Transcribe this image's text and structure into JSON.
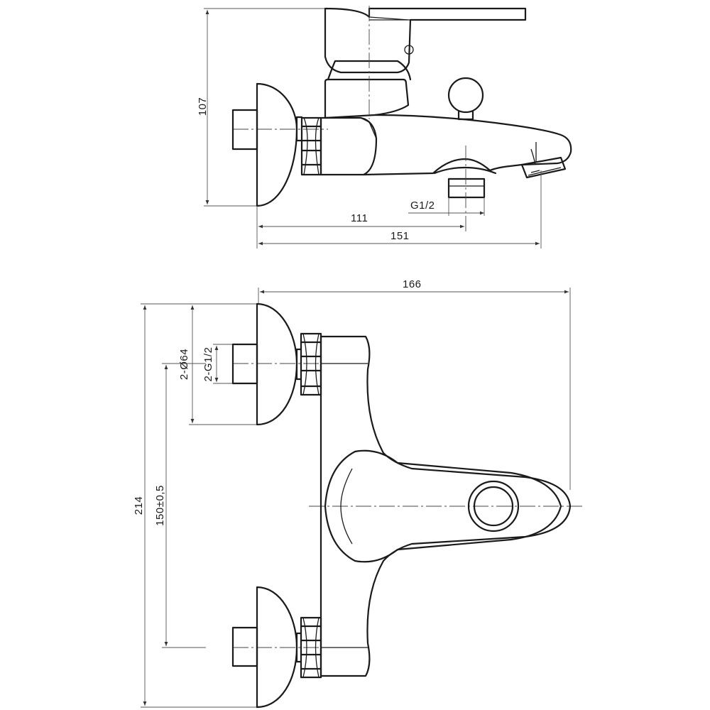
{
  "dimensions": {
    "height_side": "107",
    "outlet_thread": "G1/2",
    "outlet_distance": "111",
    "spout_depth": "151",
    "overall_width": "166",
    "overall_height": "214",
    "center_distance": "150±0,5",
    "flange_diameter": "2-Ø64",
    "inlet_thread": "2-G1/2"
  },
  "colors": {
    "line": "#1a1a1a",
    "dimension": "#555555"
  }
}
